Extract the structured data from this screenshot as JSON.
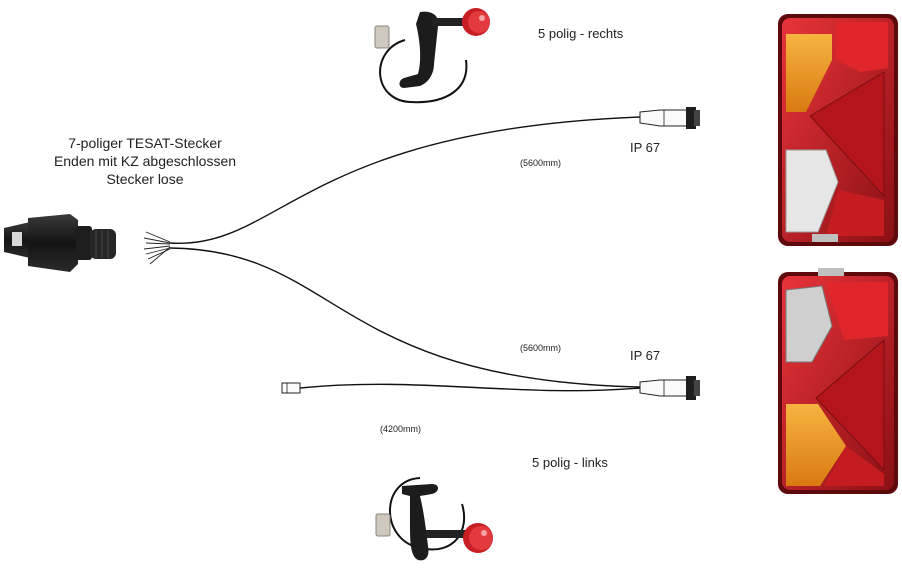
{
  "plug": {
    "label_lines": [
      "7-poliger TESAT-Stecker",
      "Enden mit KZ abgeschlossen",
      "Stecker lose"
    ]
  },
  "right_side": {
    "connector_label": "5 polig - rechts",
    "rating": "IP 67",
    "cable_length": "(5600mm)"
  },
  "left_side": {
    "connector_label": "5 polig - links",
    "rating": "IP 67",
    "cable_length": "(5600mm)",
    "marker_cable_length": "(4200mm)"
  },
  "colors": {
    "tail_red": "#c81f24",
    "tail_dark_red": "#7a0d10",
    "amber": "#f29a1c",
    "white_lens": "#e6e6e6",
    "plug_black": "#1a1a1a",
    "cable": "#111111"
  }
}
